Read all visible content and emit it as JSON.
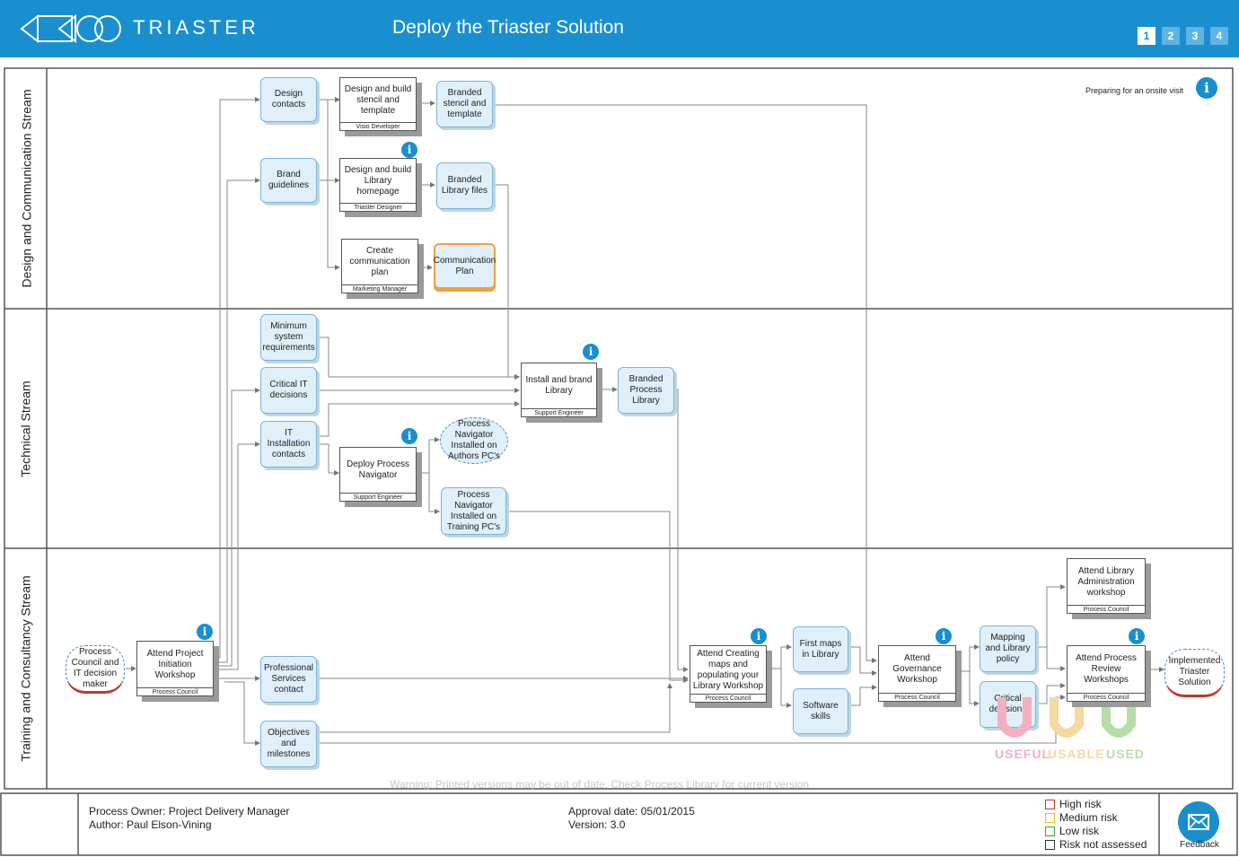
{
  "header": {
    "logo": "TRIASTER",
    "title": "Deploy the Triaster Solution",
    "pages": [
      "1",
      "2",
      "3",
      "4"
    ],
    "active_page": "1",
    "color": "#1a8fcf"
  },
  "lanes": {
    "design": "Design and Communication Stream",
    "technical": "Technical Stream",
    "training": "Training and Consultancy Stream"
  },
  "note": "Preparing for an onsite visit",
  "nodes": {
    "design_contacts": "Design contacts",
    "design_build_stencil": "Design and build stencil and template",
    "visio_developer": "Visio Developer",
    "branded_stencil": "Branded stencil and template",
    "brand_guidelines": "Brand guidelines",
    "design_build_homepage": "Design and build Library homepage",
    "triaster_designer": "Triaster Designer",
    "branded_library_files": "Branded Library files",
    "create_comm_plan": "Create communication plan",
    "marketing_manager": "Marketing Manager",
    "communication_plan": "Communication Plan",
    "min_requirements": "Minimum system requirements",
    "critical_it": "Critical IT decisions",
    "it_installation": "IT Installation contacts",
    "install_brand_library": "Install and brand Library",
    "support_engineer_1": "Support Engineer",
    "branded_process_library": "Branded Process Library",
    "deploy_navigator": "Deploy Process Navigator",
    "support_engineer_2": "Support Engineer",
    "navigator_authors": "Process Navigator Installed on Authors PC's",
    "navigator_training": "Process Navigator Installed on Training PC's",
    "process_council_start": "Process Council and IT decision maker",
    "attend_initiation": "Attend Project Initiation Workshop",
    "process_council_1": "Process Council",
    "professional_services": "Professional Services contact",
    "objectives": "Objectives and milestones",
    "attend_creating": "Attend Creating maps and populating your Library Workshop",
    "process_council_2": "Process Council",
    "first_maps": "First maps in Library",
    "software_skills": "Software skills",
    "attend_governance": "Attend Governance Workshop",
    "process_council_3": "Process Council",
    "mapping_policy": "Mapping and Library policy",
    "critical_decisions": "Critical decisions",
    "attend_admin": "Attend Library Administration workshop",
    "process_council_4": "Process Council",
    "attend_review": "Attend Process Review Workshops",
    "process_council_5": "Process Council",
    "implemented": "Implemented Triaster Solution"
  },
  "uu": [
    "USEFUL",
    "USABLE",
    "USED"
  ],
  "warning": "Warning: Printed versions may be out of date. Check Process Library for current version",
  "footer": {
    "owner": "Process Owner: Project Delivery Manager",
    "author": "Author: Paul Elson-Vining",
    "approval": "Approval date: 05/01/2015",
    "version": "Version: 3.0",
    "legend": [
      {
        "label": "High risk",
        "color": "#c0392b"
      },
      {
        "label": "Medium risk",
        "color": "#e8c200"
      },
      {
        "label": "Low risk",
        "color": "#3aa03a"
      },
      {
        "label": "Risk not assessed",
        "color": "#333333"
      }
    ],
    "feedback": "Feedback"
  }
}
